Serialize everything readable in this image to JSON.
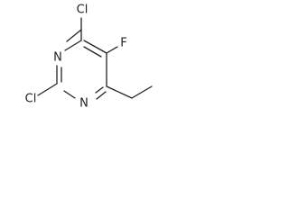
{
  "molecule": {
    "labels": {
      "cl_top": "Cl",
      "f": "F",
      "n_upper": "N",
      "n_lower": "N",
      "cl_bottom": "Cl"
    },
    "colors": {
      "ink": "#222222",
      "background": "#ffffff"
    }
  }
}
